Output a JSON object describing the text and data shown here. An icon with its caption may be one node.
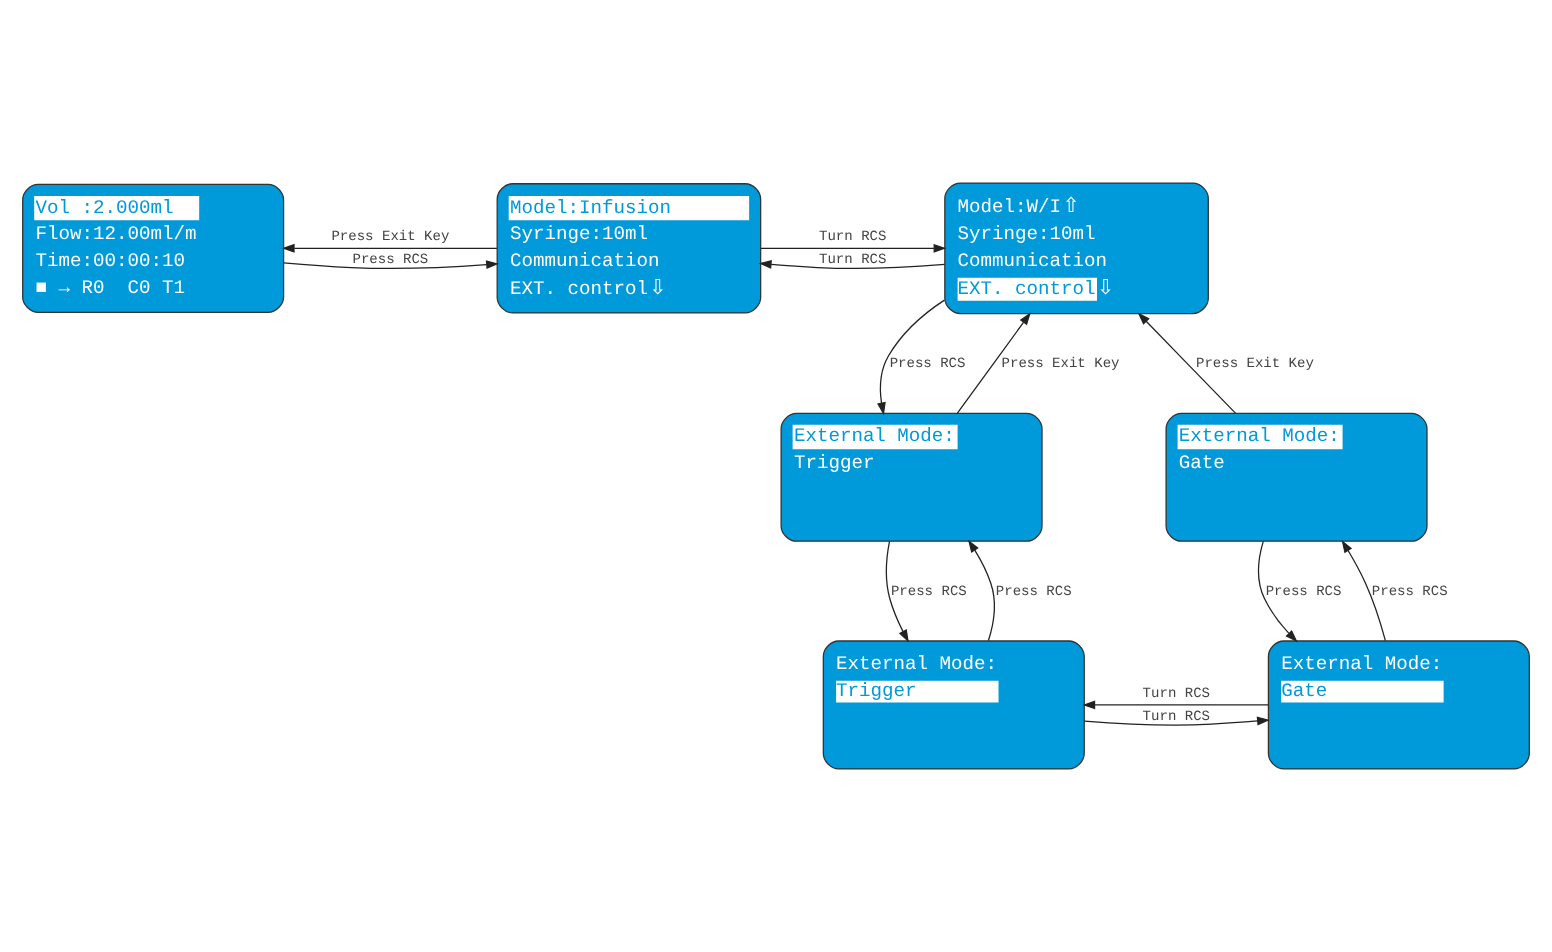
{
  "diagram": {
    "nodes": [
      {
        "text": [
          "Vol :2.000ml",
          "Flow:12.00ml/m",
          "Time:00:00:10",
          "■ → R0  C0 T1"
        ]
      },
      {
        "text": [
          "Model:Infusion",
          "Syringe:10ml",
          "Communication",
          "EXT. control",
          "⇩"
        ]
      },
      {
        "text": [
          "Model:W/I",
          "⇧",
          "Syringe:10ml",
          "Communication",
          "EXT. control",
          "⇩"
        ]
      },
      {
        "text": [
          "External Mode:",
          "Gate"
        ]
      },
      {
        "text": [
          "External Mode:",
          "Trigger"
        ]
      },
      {
        "text": [
          "External Mode:",
          "Gate"
        ]
      },
      {
        "text": [
          "External Mode:",
          "Trigger"
        ]
      }
    ],
    "edges": [
      {
        "from": 0,
        "to": 1,
        "arrow": "to",
        "label": "Press RCS"
      },
      {
        "from": 1,
        "to": 0,
        "arrow": "to",
        "label": "Press Exit Key"
      },
      {
        "from": 1,
        "to": 2,
        "arrow": "to",
        "label": "Turn RCS"
      },
      {
        "from": 2,
        "to": 1,
        "arrow": "to",
        "label": "Turn RCS"
      },
      {
        "from": 3,
        "to": 2,
        "arrow": "to",
        "label": "Press Exit Key"
      },
      {
        "from": 4,
        "to": 2,
        "arrow": "to",
        "label": "Press Exit Key"
      },
      {
        "from": 2,
        "to": 4,
        "arrow": "to",
        "label": "Press RCS"
      },
      {
        "from": 5,
        "to": 3,
        "arrow": "to",
        "label": "Press RCS"
      },
      {
        "from": 3,
        "to": 5,
        "arrow": "to",
        "label": "Press RCS"
      },
      {
        "from": 6,
        "to": 4,
        "arrow": "to",
        "label": "Press RCS"
      },
      {
        "from": 4,
        "to": 6,
        "arrow": "to",
        "label": "Press RCS"
      },
      {
        "from": 5,
        "to": 6,
        "arrow": "to",
        "label": "Turn RCS"
      },
      {
        "from": 6,
        "to": 5,
        "arrow": "to",
        "label": "Turn RCS"
      }
    ]
  }
}
